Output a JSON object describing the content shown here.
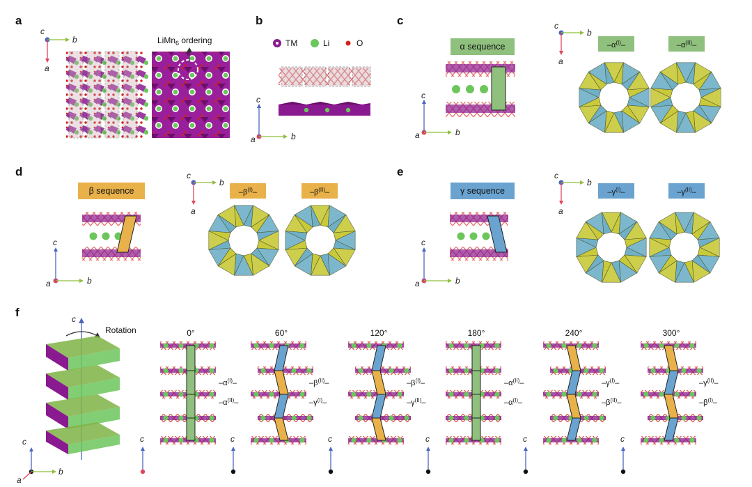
{
  "panels": {
    "a": {
      "label": "a",
      "ordering_label": "LiMn",
      "ordering_sub": "6",
      "ordering_suffix": " ordering"
    },
    "b": {
      "label": "b",
      "legend": [
        {
          "text": "TM",
          "color": "#8a1a8f"
        },
        {
          "text": "Li",
          "color": "#6cc65c"
        },
        {
          "text": "O",
          "color": "#d6201a"
        }
      ]
    },
    "c": {
      "label": "c",
      "sequence": "α sequence",
      "ring1": {
        "base": "α",
        "sup": "(I)"
      },
      "ring2": {
        "base": "α",
        "sup": "(II)"
      }
    },
    "d": {
      "label": "d",
      "sequence": "β sequence",
      "ring1": {
        "base": "β",
        "sup": "(I)"
      },
      "ring2": {
        "base": "β",
        "sup": "(II)"
      }
    },
    "e": {
      "label": "e",
      "sequence": "γ sequence",
      "ring1": {
        "base": "γ",
        "sup": "(I)"
      },
      "ring2": {
        "base": "γ",
        "sup": "(II)"
      }
    },
    "f": {
      "label": "f",
      "rotation_label": "Rotation",
      "angles": [
        "0°",
        "60°",
        "120°",
        "180°",
        "240°",
        "300°"
      ],
      "stack_labels": [
        [
          {
            "base": "α",
            "sup": "(I)"
          },
          {
            "base": "α",
            "sup": "(II)"
          }
        ],
        [
          {
            "base": "β",
            "sup": "(II)"
          },
          {
            "base": "γ",
            "sup": "(I)"
          }
        ],
        [
          {
            "base": "β",
            "sup": "(I)"
          },
          {
            "base": "γ",
            "sup": "(II)"
          }
        ],
        [
          {
            "base": "α",
            "sup": "(II)"
          },
          {
            "base": "α",
            "sup": "(I)"
          }
        ],
        [
          {
            "base": "γ",
            "sup": "(I)"
          },
          {
            "base": "β",
            "sup": "(II)"
          }
        ],
        [
          {
            "base": "γ",
            "sup": "(II)"
          },
          {
            "base": "β",
            "sup": "(I)"
          }
        ]
      ]
    }
  },
  "axis_letters": {
    "a": "a",
    "b": "b",
    "c": "c"
  },
  "colors": {
    "tm": "#8a1a8f",
    "li": "#6cc65c",
    "o": "#d6201a",
    "alpha": "#8fc07d",
    "beta": "#e8b14a",
    "gamma": "#6aa3cf",
    "poly_yellow": "#c9c93a",
    "poly_blue": "#6fb0c8",
    "axis_a": "#e0455e",
    "axis_b": "#8fbf3a",
    "axis_c": "#4a66c0"
  }
}
